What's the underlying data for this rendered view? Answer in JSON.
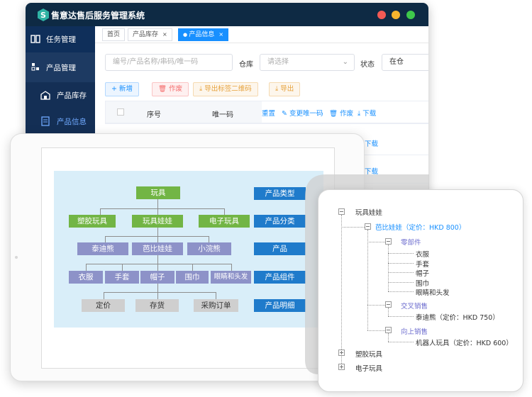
{
  "app": {
    "title": "售意达售后服务管理系统",
    "window_dots": [
      "#f25a55",
      "#f6b52e",
      "#3ec84b"
    ]
  },
  "sidebar": {
    "items": [
      {
        "label": "任务管理",
        "icon": "book-icon"
      },
      {
        "label": "产品管理",
        "icon": "cube-icon"
      },
      {
        "label": "产品库存",
        "icon": "warehouse-icon"
      },
      {
        "label": "产品信息",
        "icon": "document-icon"
      }
    ]
  },
  "tabs": [
    {
      "label": "首页",
      "closable": false,
      "active": false
    },
    {
      "label": "产品库存",
      "closable": true,
      "active": false
    },
    {
      "label": "产品信息",
      "closable": true,
      "active": true
    }
  ],
  "filters": {
    "search_placeholder": "编号/产品名称/串码/唯一码",
    "warehouse_label": "仓库",
    "warehouse_placeholder": "请选择",
    "status_label": "状态",
    "status_value": "在仓"
  },
  "toolbar": {
    "add": "+ 新增",
    "void": "作废",
    "export_qr": "导出标签二维码",
    "export": "导出"
  },
  "table": {
    "headers": [
      "序号",
      "唯一码"
    ],
    "actions": [
      "重置",
      "变更唯一码",
      "作废",
      "下载"
    ],
    "row_download": "下载"
  },
  "org_chart": {
    "root": "玩具",
    "categories": [
      "塑胶玩具",
      "玩具娃娃",
      "电子玩具"
    ],
    "products": [
      "泰迪熊",
      "芭比娃娃",
      "小浣熊"
    ],
    "components": [
      "衣服",
      "手套",
      "帽子",
      "围巾",
      "眼睛和头发"
    ],
    "details": [
      "定价",
      "存货",
      "采购订单"
    ],
    "levels": [
      "产品类型",
      "产品分类",
      "产品",
      "产品组件",
      "产品明细"
    ]
  },
  "tree": {
    "root": "玩具娃娃",
    "barbie": "芭比娃娃（定价：HKD 800）",
    "parts_group": "零部件",
    "parts": [
      "衣服",
      "手套",
      "帽子",
      "围巾",
      "眼睛和头发"
    ],
    "cross_sell": "交叉销售",
    "cross_item": "泰迪熊（定价：HKD 750）",
    "up_sell": "向上销售",
    "up_item": "机器人玩具（定价：HKD 600）",
    "plastic": "塑胶玩具",
    "electronic": "电子玩具"
  }
}
